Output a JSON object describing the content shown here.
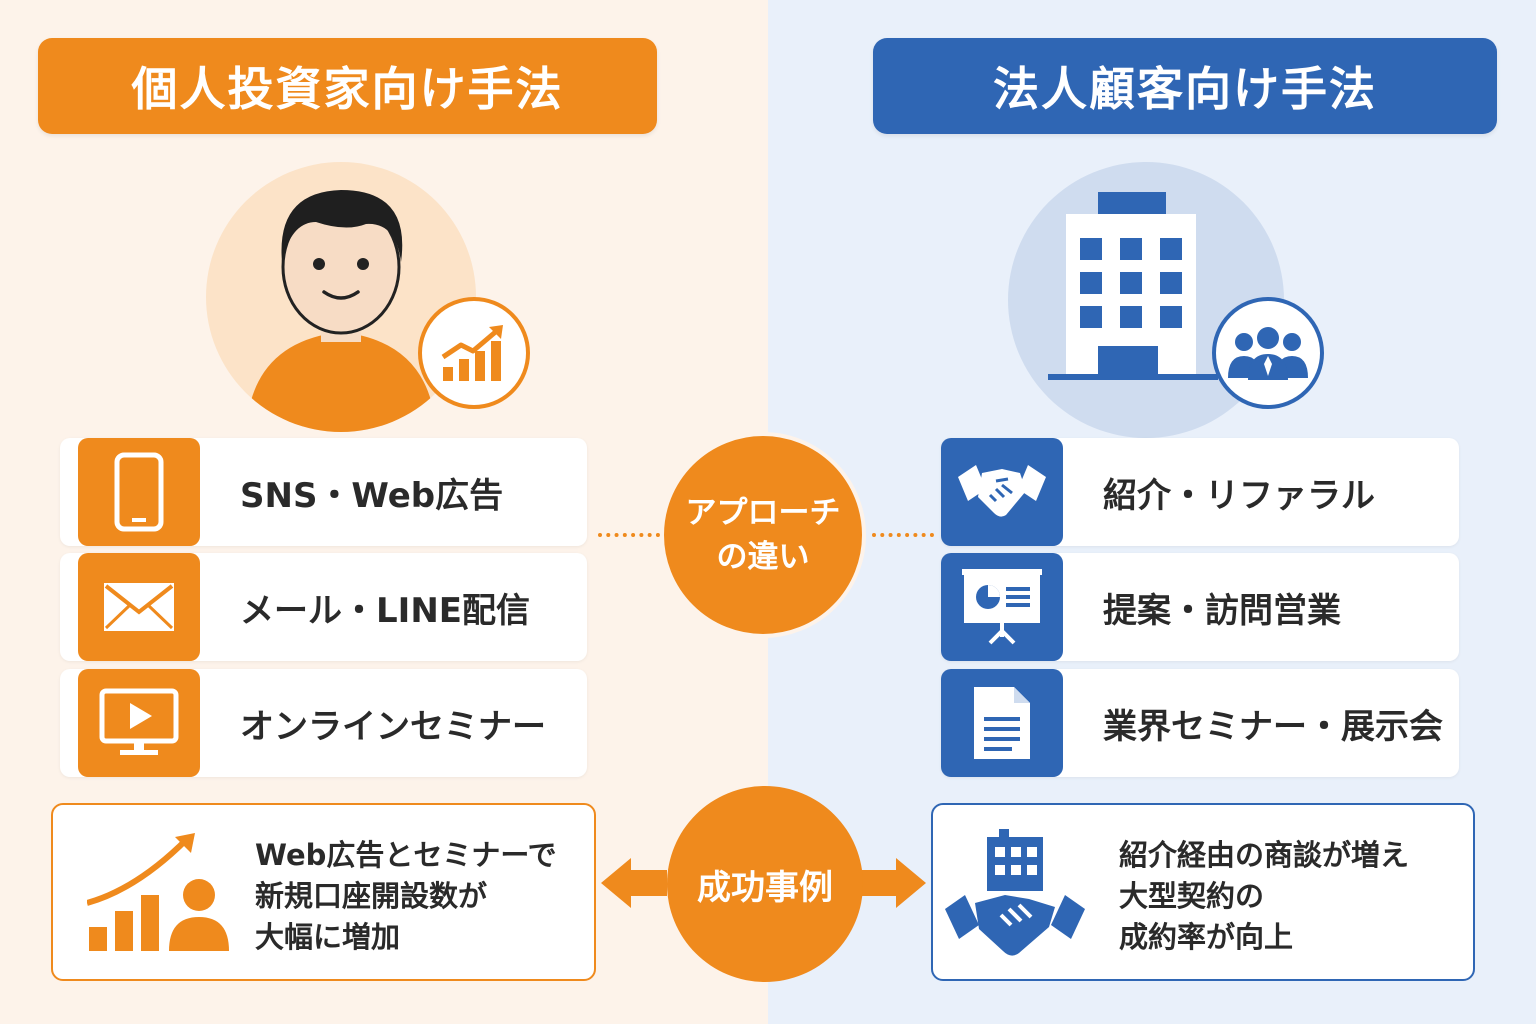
{
  "left": {
    "title": "個人投資家向け手法",
    "items": [
      {
        "label": "SNS・Web広告",
        "icon": "smartphone-icon"
      },
      {
        "label": "メール・LINE配信",
        "icon": "envelope-icon"
      },
      {
        "label": "オンラインセミナー",
        "icon": "monitor-play-icon"
      }
    ],
    "case": {
      "lines": [
        "Web広告とセミナーで",
        "新規口座開設数が",
        "大幅に増加"
      ],
      "icon": "growth-chart-person-icon"
    }
  },
  "right": {
    "title": "法人顧客向け手法",
    "items": [
      {
        "label": "紹介・リファラル",
        "icon": "handshake-icon"
      },
      {
        "label": "提案・訪問営業",
        "icon": "presentation-board-icon"
      },
      {
        "label": "業界セミナー・展示会",
        "icon": "document-icon"
      }
    ],
    "case": {
      "lines": [
        "紹介経由の商談が増え",
        "大型契約の",
        "成約率が向上"
      ],
      "icon": "building-handshake-icon"
    }
  },
  "center": {
    "approach_lines": [
      "アプローチ",
      "の違い"
    ],
    "case_label": "成功事例"
  },
  "colors": {
    "orange": "#ef8a1d",
    "blue": "#2f66b4",
    "left_bg": "#fdf3ea",
    "right_bg": "#e9f0fa"
  }
}
